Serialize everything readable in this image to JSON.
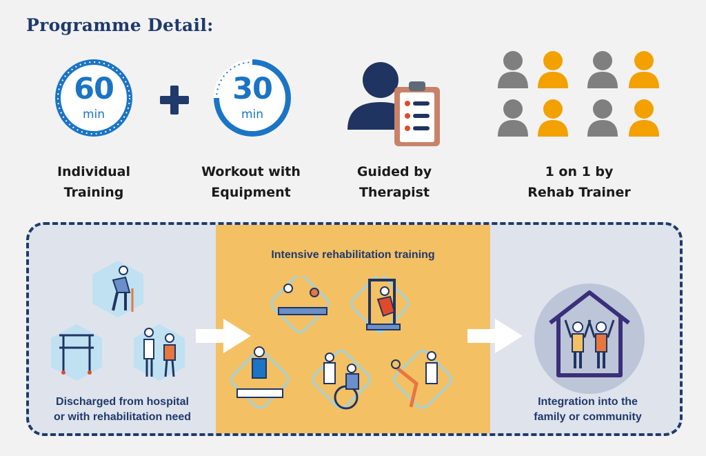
{
  "title": "Programme Detail:",
  "features": [
    {
      "timer_number": "60",
      "timer_unit": "min",
      "label_line1": "Individual",
      "label_line2": "Training"
    },
    {
      "timer_number": "30",
      "timer_unit": "min",
      "label_line1": "Workout with",
      "label_line2": "Equipment"
    },
    {
      "label_line1": "Guided by",
      "label_line2": "Therapist"
    },
    {
      "label_line1": "1 on 1 by",
      "label_line2": "Rehab Trainer"
    }
  ],
  "stages": [
    {
      "line1": "Discharged from hospital",
      "line2": "or with rehabilitation need"
    },
    {
      "line1": "Intensive rehabilitation training"
    },
    {
      "line1": "Integration into the",
      "line2": "family or community"
    }
  ],
  "colors": {
    "navy": "#1f3a6b",
    "timer_blue": "#1b74c4",
    "person_gray": "#7f7f7f",
    "person_orange": "#f2a100",
    "panel_gray": "#dfe3ec",
    "panel_yellow": "#f3c064"
  }
}
